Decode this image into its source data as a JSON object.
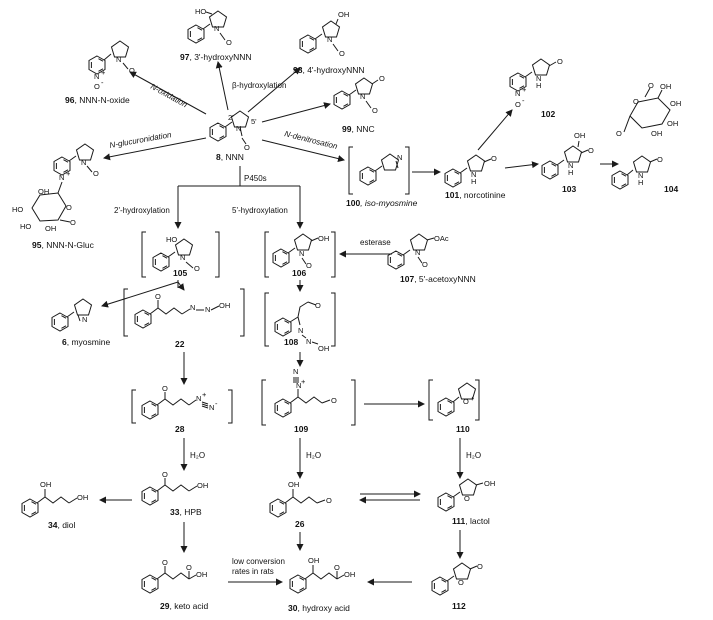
{
  "compounds": {
    "c8": {
      "num": "8",
      "name": ", NNN"
    },
    "c97": {
      "num": "97",
      "name": ", 3'-hydroxyNNN"
    },
    "c98": {
      "num": "98",
      "name": ", 4'-hydroxyNNN"
    },
    "c96": {
      "num": "96",
      "name": ", NNN-N-oxide"
    },
    "c99": {
      "num": "99",
      "name": ", NNC"
    },
    "c102": {
      "num": "102",
      "name": ""
    },
    "c104": {
      "num": "104",
      "name": ""
    },
    "c100": {
      "num": "100",
      "name": ", iso-myosmine"
    },
    "c101": {
      "num": "101",
      "name": ", norcotinine"
    },
    "c103": {
      "num": "103",
      "name": ""
    },
    "c95": {
      "num": "95",
      "name": ", NNN-N-Gluc"
    },
    "c105": {
      "num": "105",
      "name": ""
    },
    "c106": {
      "num": "106",
      "name": ""
    },
    "c107": {
      "num": "107",
      "name": ", 5'-acetoxyNNN"
    },
    "c6": {
      "num": "6",
      "name": ", myosmine"
    },
    "c22": {
      "num": "22",
      "name": ""
    },
    "c108": {
      "num": "108",
      "name": ""
    },
    "c28": {
      "num": "28",
      "name": ""
    },
    "c109": {
      "num": "109",
      "name": ""
    },
    "c110": {
      "num": "110",
      "name": ""
    },
    "c33": {
      "num": "33",
      "name": ", HPB"
    },
    "c34": {
      "num": "34",
      "name": ", diol"
    },
    "c26": {
      "num": "26",
      "name": ""
    },
    "c111": {
      "num": "111",
      "name": ", lactol"
    },
    "c29": {
      "num": "29",
      "name": ", keto acid"
    },
    "c30": {
      "num": "30",
      "name": ", hydroxy acid"
    },
    "c112": {
      "num": "112",
      "name": ""
    }
  },
  "reactions": {
    "n_oxidation": "N-oxidation",
    "beta_hydroxylation": "β-hydroxylation",
    "n_glucuronidation": "N-glucuronidation",
    "n_denitrosation": "N-denitrosation",
    "p450s": "P450s",
    "hydroxylation_2": "2'-hydroxylation",
    "hydroxylation_5": "5'-hydroxylation",
    "esterase": "esterase",
    "h2o_a": "H₂O",
    "h2o_b": "H₂O",
    "h2o_c": "H₂O",
    "low_conversion_1": "low conversion",
    "low_conversion_2": "rates in rats"
  },
  "atoms": {
    "oh": "OH",
    "ho": "HO",
    "n": "N",
    "o": "O",
    "oac": "OAc",
    "h2": "H",
    "pos2": "2'",
    "pos5": "5'",
    "plus": "+",
    "minus": "-"
  }
}
